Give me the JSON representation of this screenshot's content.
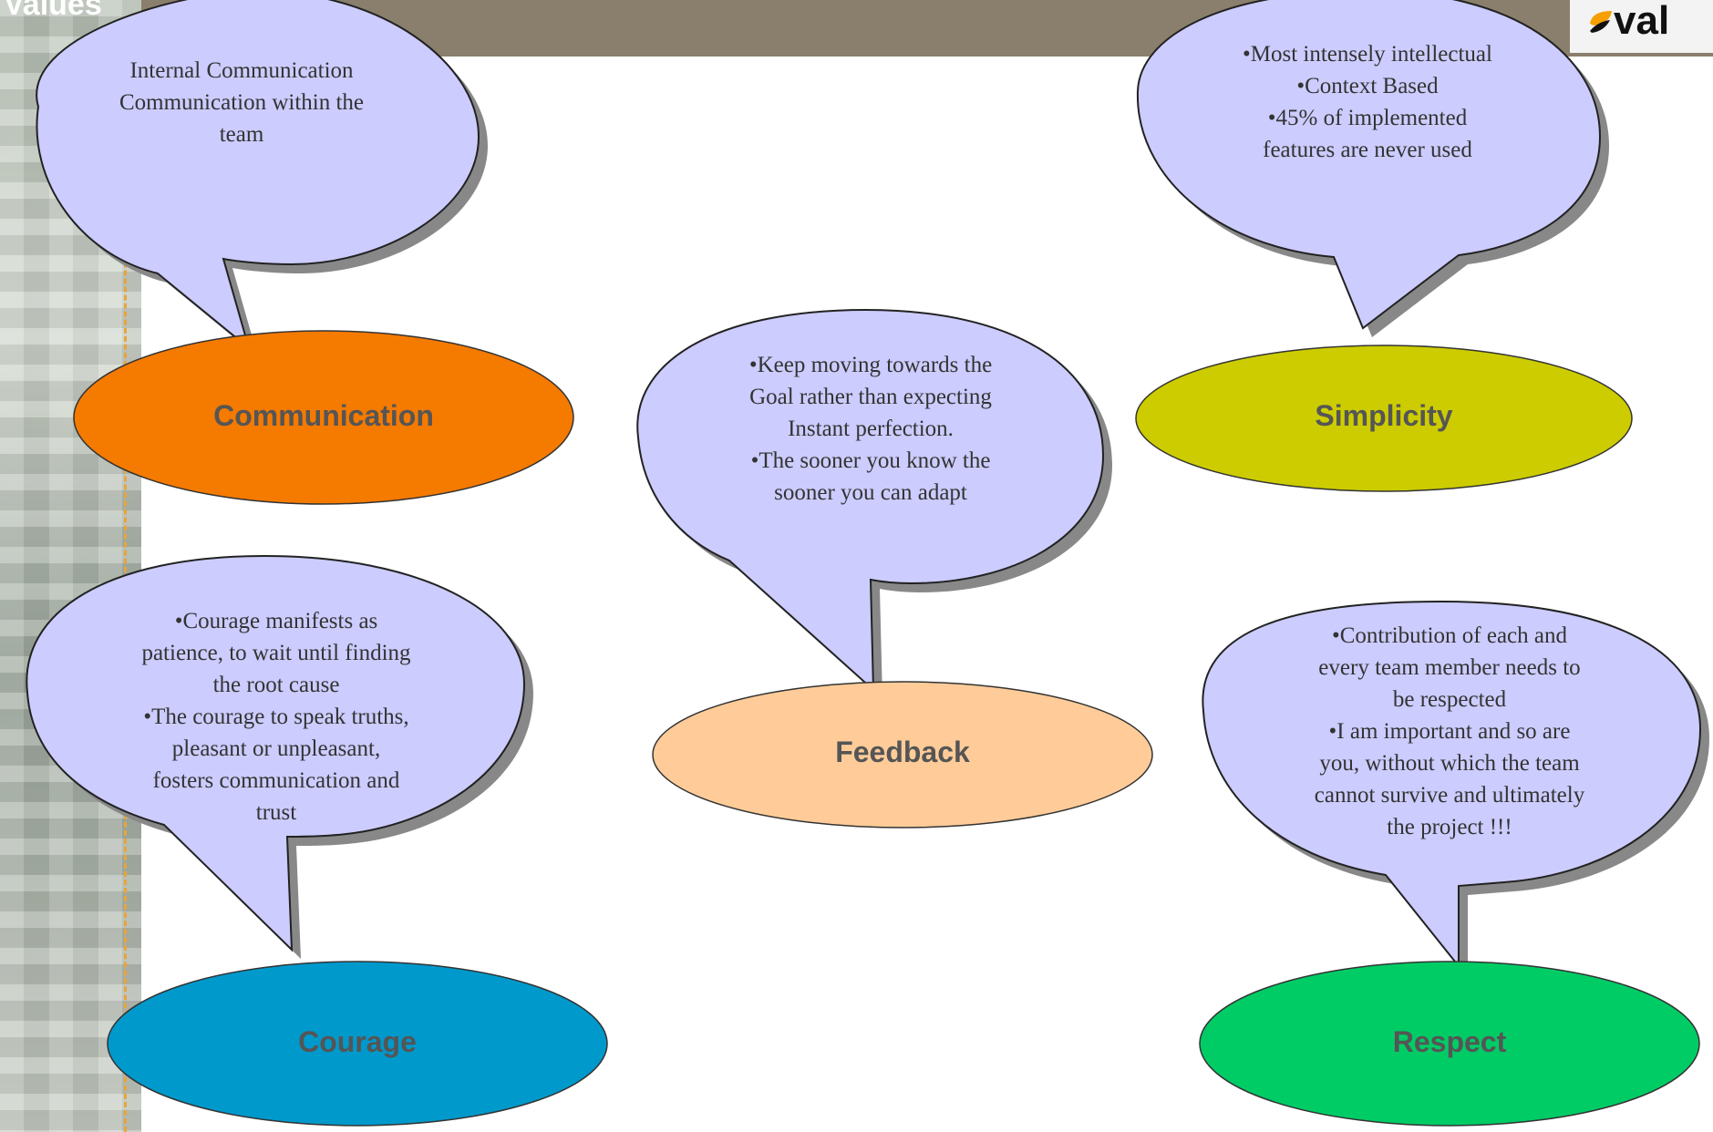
{
  "header": {
    "title": "Values",
    "logo_text": "val"
  },
  "values": [
    {
      "label": "Communication",
      "color": "#f57a00",
      "bubble": [
        "Internal Communication",
        "Communication within the",
        "team"
      ]
    },
    {
      "label": "Simplicity",
      "color": "#cccc00",
      "bubble": [
        "•Most intensely intellectual",
        "•Context Based",
        "•45% of implemented",
        "features are never used"
      ]
    },
    {
      "label": "Feedback",
      "color": "#ffcc99",
      "bubble": [
        "•Keep moving towards the",
        "Goal rather than expecting",
        "Instant perfection.",
        "•The sooner you know the",
        "sooner you can adapt"
      ]
    },
    {
      "label": "Courage",
      "color": "#0099cc",
      "bubble": [
        "•Courage manifests as",
        "patience, to wait until finding",
        "the root cause",
        "•The courage to speak truths,",
        "pleasant or unpleasant,",
        "fosters communication and",
        "trust"
      ]
    },
    {
      "label": "Respect",
      "color": "#00cc66",
      "bubble": [
        "•Contribution of each and",
        "every team member needs to",
        "be respected",
        "•I am important and so are",
        "you, without which the team",
        "cannot survive and ultimately",
        "the project !!!"
      ]
    }
  ],
  "colors": {
    "bubble_fill": "#ccccff",
    "bubble_shadow": "#888888",
    "top_bar": "#8a7f6c",
    "accent_dash": "#e8a43c"
  }
}
